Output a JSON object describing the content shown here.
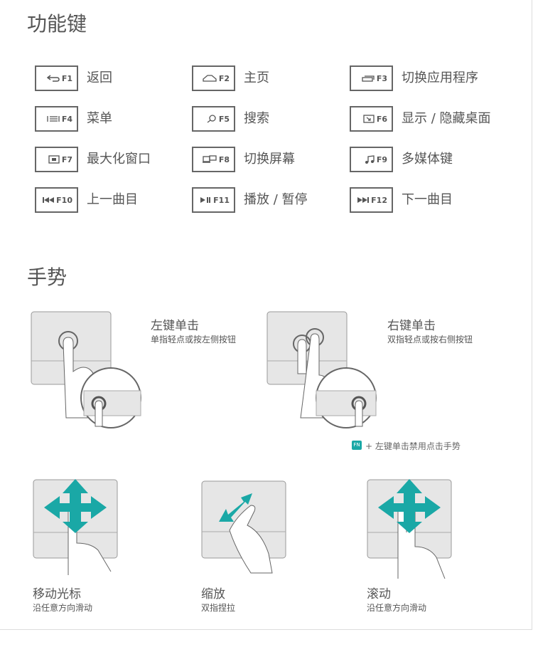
{
  "sections": {
    "function_keys": "功能键",
    "gestures": "手势"
  },
  "keys": [
    {
      "key": "F1",
      "icon": "back-icon",
      "label": "返回"
    },
    {
      "key": "F2",
      "icon": "home-icon",
      "label": "主页"
    },
    {
      "key": "F3",
      "icon": "switch-app-icon",
      "label": "切换应用程序"
    },
    {
      "key": "F4",
      "icon": "menu-icon",
      "label": "菜单"
    },
    {
      "key": "F5",
      "icon": "search-icon",
      "label": "搜索"
    },
    {
      "key": "F6",
      "icon": "show-desktop-icon",
      "label": "显示 / 隐藏桌面"
    },
    {
      "key": "F7",
      "icon": "maximize-icon",
      "label": "最大化窗口"
    },
    {
      "key": "F8",
      "icon": "switch-screen-icon",
      "label": "切换屏幕"
    },
    {
      "key": "F9",
      "icon": "music-icon",
      "label": "多媒体键"
    },
    {
      "key": "F10",
      "icon": "previous-track-icon",
      "label": "上一曲目"
    },
    {
      "key": "F11",
      "icon": "play-pause-icon",
      "label": "播放 / 暂停"
    },
    {
      "key": "F12",
      "icon": "next-track-icon",
      "label": "下一曲目"
    }
  ],
  "gestures": [
    {
      "title": "左键单击",
      "desc": "单指轻点或按左侧按钮"
    },
    {
      "title": "右键单击",
      "desc": "双指轻点或按右侧按钮"
    },
    {
      "title": "移动光标",
      "desc": "沿任意方向滑动"
    },
    {
      "title": "缩放",
      "desc": "双指捏拉"
    },
    {
      "title": "滚动",
      "desc": "沿任意方向滑动"
    }
  ],
  "fn_note": {
    "badge": "FN",
    "text": "+ 左键单击禁用点击手势"
  },
  "colors": {
    "accent": "#1aa8a6"
  }
}
